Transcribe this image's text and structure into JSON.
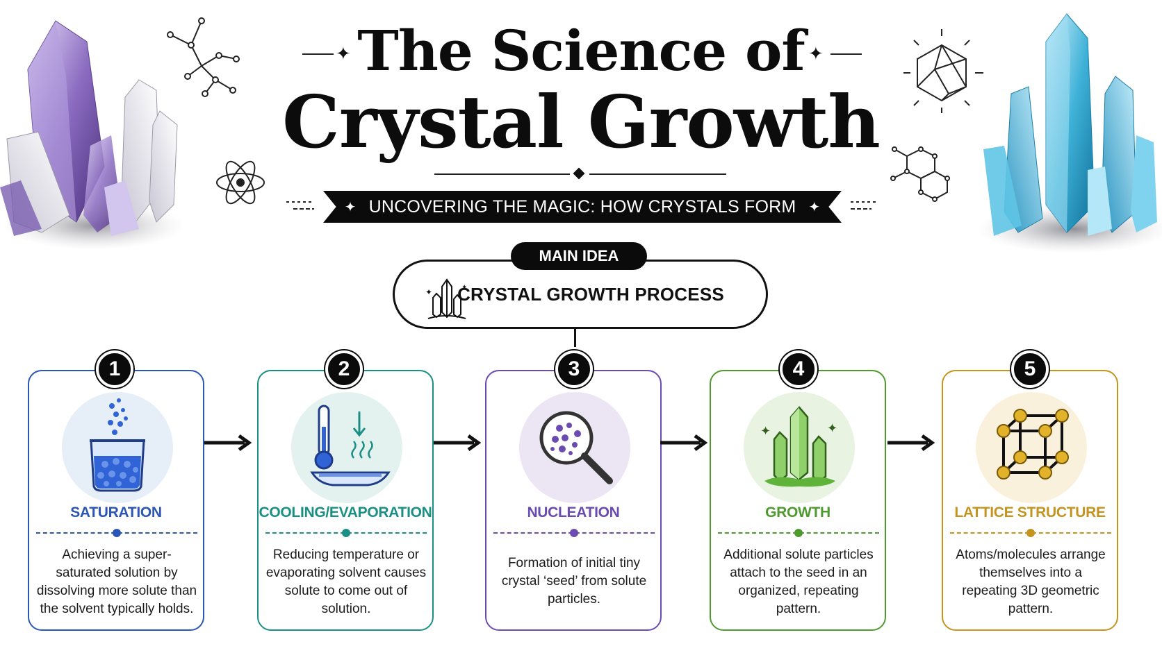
{
  "header": {
    "title_line1": "The Science of",
    "title_line2": "Crystal Growth",
    "subtitle": "UNCOVERING THE MAGIC: HOW CRYSTALS FORM",
    "star_glyph": "✦"
  },
  "main_idea": {
    "pill_label": "MAIN IDEA",
    "box_label": "CRYSTAL GROWTH PROCESS"
  },
  "steps": [
    {
      "number": "1",
      "title": "SATURATION",
      "color": "#2c56b5",
      "tint": "#e6eef8",
      "description": "Achieving a super-saturated solution by dissolving more solute than the solvent typically holds.",
      "icon": "beaker-icon"
    },
    {
      "number": "2",
      "title": "COOLING/EVAPORATION",
      "color": "#1a8f84",
      "tint": "#e3f2ef",
      "description": "Reducing temperature or evaporating solvent causes solute to come out of solution.",
      "icon": "thermometer-icon"
    },
    {
      "number": "3",
      "title": "NUCLEATION",
      "color": "#6a4bb0",
      "tint": "#ece6f4",
      "description": "Formation of initial tiny crystal ‘seed’ from solute particles.",
      "icon": "magnifier-icon"
    },
    {
      "number": "4",
      "title": "GROWTH",
      "color": "#4f9a2e",
      "tint": "#e9f3e2",
      "description": "Additional solute particles attach to the seed in an organized, repeating pattern.",
      "icon": "green-crystal-icon"
    },
    {
      "number": "5",
      "title": "LATTICE STRUCTURE",
      "color": "#c4941f",
      "tint": "#faf1dc",
      "description": "Atoms/molecules arrange themselves into a repeating 3D geometric pattern.",
      "icon": "lattice-cube-icon"
    }
  ],
  "colors": {
    "ink": "#0b0b0b",
    "amethyst": "#8a6bc0",
    "aquamarine": "#3fb2d8"
  }
}
